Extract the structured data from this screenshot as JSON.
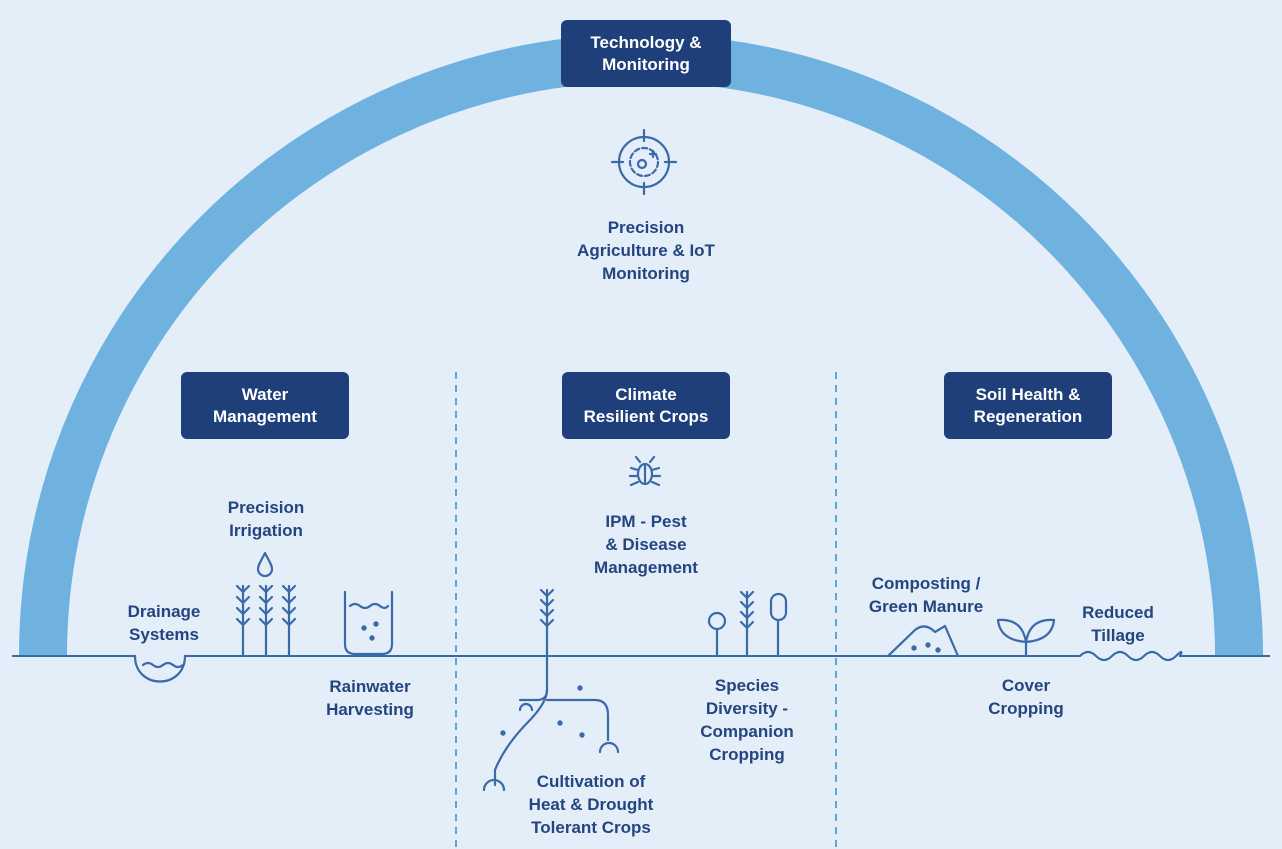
{
  "diagram": {
    "top_pillar": {
      "title_lines": [
        "Technology &",
        "Monitoring"
      ],
      "icon": "target-crosshair-icon",
      "practice_lines": [
        "Precision",
        "Agriculture & IoT",
        "Monitoring"
      ]
    },
    "pillars": [
      {
        "id": "water",
        "title_lines": [
          "Water",
          "Management"
        ]
      },
      {
        "id": "crops",
        "title_lines": [
          "Climate",
          "Resilient Crops"
        ]
      },
      {
        "id": "soil",
        "title_lines": [
          "Soil Health &",
          "Regeneration"
        ]
      }
    ],
    "practices": {
      "drainage": [
        "Drainage",
        "Systems"
      ],
      "precision_irrigation": [
        "Precision",
        "Irrigation"
      ],
      "rainwater": [
        "Rainwater",
        "Harvesting"
      ],
      "ipm": [
        "IPM - Pest",
        "& Disease",
        "Management"
      ],
      "heat_drought": [
        "Cultivation of",
        "Heat & Drought",
        "Tolerant Crops"
      ],
      "species_diversity": [
        "Species",
        "Diversity -",
        "Companion",
        "Cropping"
      ],
      "composting": [
        "Composting /",
        "Green Manure"
      ],
      "cover_cropping": [
        "Cover",
        "Cropping"
      ],
      "reduced_tillage": [
        "Reduced",
        "Tillage"
      ]
    },
    "colors": {
      "background": "#e4eef8",
      "arch": "#6fb2e0",
      "box": "#1f3f7a",
      "text": "#24457f",
      "line": "#3b6aa8",
      "divider": "#5aa7dc"
    }
  }
}
